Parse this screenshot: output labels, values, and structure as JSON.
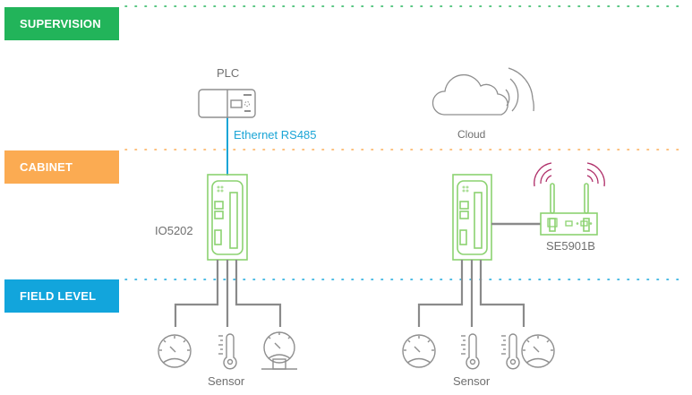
{
  "levels": [
    {
      "label": "SUPERVISION",
      "color": "#22b45a"
    },
    {
      "label": "CABINET",
      "color": "#fbab52"
    },
    {
      "label": "FIELD LEVEL",
      "color": "#12a5dc"
    }
  ],
  "devices": {
    "plc": {
      "label": "PLC"
    },
    "cloud": {
      "label": "Cloud"
    },
    "io_module": {
      "label": "IO5202"
    },
    "gateway": {
      "label": "SE5901B"
    }
  },
  "connection": {
    "label": "Ethernet RS485",
    "color": "#1aa5d6"
  },
  "sensor_groups": [
    {
      "label": "Sensor"
    },
    {
      "label": "Sensor"
    }
  ],
  "colors": {
    "device_green": "#8cd271",
    "wire_gray": "#8a8a8a",
    "icon_gray": "#8f8f8f",
    "wifi_magenta": "#b0306a"
  }
}
